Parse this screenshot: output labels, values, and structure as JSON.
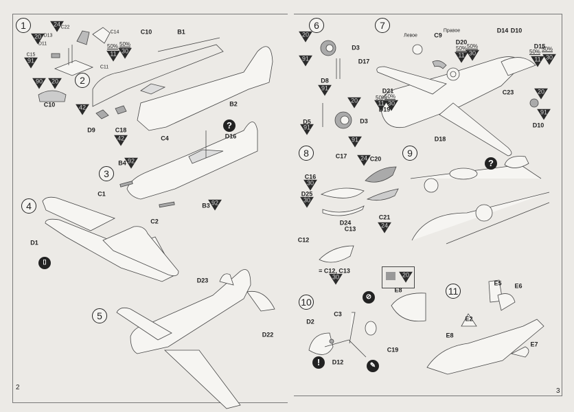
{
  "document": {
    "page_numbers": [
      "2",
      "3"
    ]
  },
  "steps": [
    {
      "number": "1",
      "parts": [
        "C22",
        "D13",
        "D11",
        "C15",
        "C14",
        "C11",
        "C10"
      ],
      "paints": [
        "24",
        "20",
        "91",
        "11",
        "30",
        "90",
        "20"
      ],
      "percents": [
        "50%",
        "50%"
      ]
    },
    {
      "number": "2",
      "parts": [
        "C10",
        "B1",
        "B2",
        "D9",
        "C18"
      ],
      "paints": [
        "42",
        "42"
      ]
    },
    {
      "number": "3",
      "parts": [
        "C4",
        "D16",
        "B4",
        "B3"
      ],
      "paints": [
        "92",
        "92"
      ],
      "icons": [
        "question-icon"
      ]
    },
    {
      "number": "4",
      "parts": [
        "C1",
        "C2",
        "D1"
      ],
      "icons": [
        "drill-hole-icon"
      ]
    },
    {
      "number": "5",
      "parts": [
        "D23",
        "D22"
      ]
    },
    {
      "number": "6",
      "parts": [
        "D3",
        "D8",
        "D5",
        "D3"
      ],
      "paints": [
        "20",
        "91",
        "91",
        "91",
        "20",
        "91"
      ]
    },
    {
      "number": "7",
      "parts": [
        "D17",
        "C9",
        "D14",
        "D10",
        "D20",
        "D15",
        "C23",
        "D21",
        "D19",
        "D10",
        "D18"
      ],
      "side_labels": [
        "Левое",
        "Правое"
      ],
      "percents": [
        "50%",
        "50%",
        "50%",
        "50%",
        "50%",
        "50%"
      ],
      "paints": [
        "11",
        "30",
        "11",
        "30",
        "20",
        "11",
        "30",
        "91"
      ]
    },
    {
      "number": "8",
      "parts": [
        "C17",
        "C16",
        "D25",
        "D24",
        "C13",
        "C12",
        "= C12, C13",
        "C20",
        "C21"
      ],
      "paints": [
        "30",
        "30",
        "30",
        "24",
        "24"
      ]
    },
    {
      "number": "9",
      "parts": [
        "E8"
      ],
      "paints": [
        "20"
      ],
      "icons": [
        "question-icon"
      ]
    },
    {
      "number": "10",
      "parts": [
        "C3",
        "D2",
        "D12",
        "C19"
      ],
      "icons": [
        "no-glue-icon",
        "glue-icon",
        "exclamation-icon"
      ]
    },
    {
      "number": "11",
      "parts": [
        "E5",
        "E6",
        "E2",
        "E8",
        "E7"
      ]
    }
  ],
  "colors": {
    "paper": "#eceae6",
    "ink": "#222222",
    "paint_marker": "#2b2b2b"
  }
}
